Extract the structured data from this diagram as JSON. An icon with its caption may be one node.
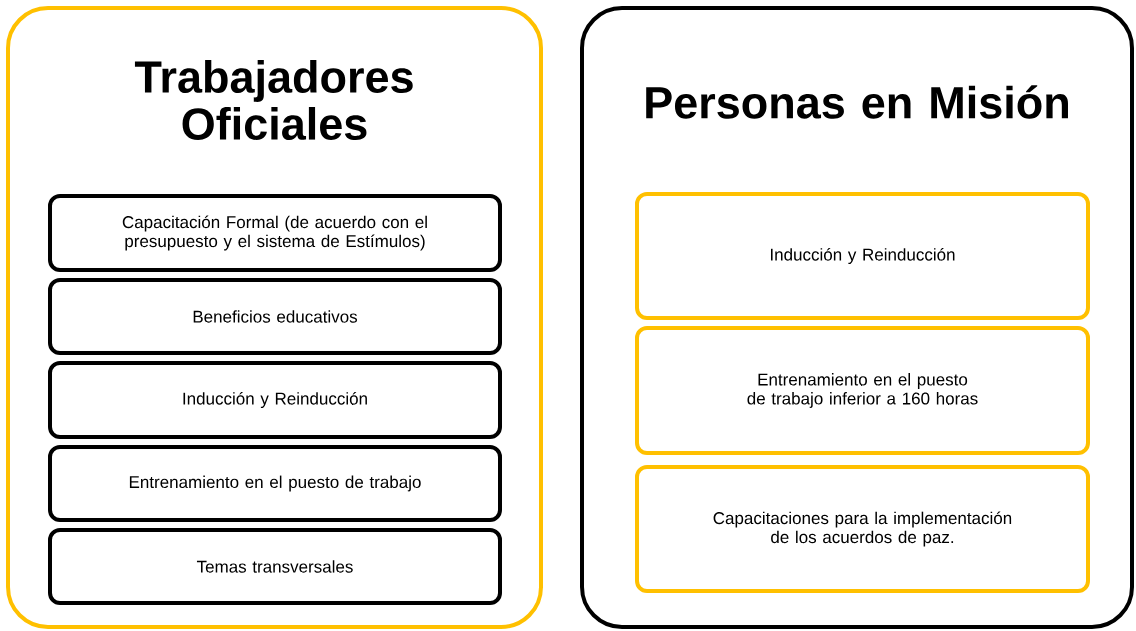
{
  "diagram": {
    "nodes": [
      {
        "text": [
          "Trabajadores Oficiales"
        ]
      },
      {
        "text": [
          "Capacitación Formal (de acuerdo con el presupuesto y el sistema de Estímulos)"
        ],
        "in": 0
      },
      {
        "text": [
          "Beneficios educativos"
        ],
        "in": 0
      },
      {
        "text": [
          "Inducción y Reinducción"
        ],
        "in": 0
      },
      {
        "text": [
          "Entrenamiento en el puesto de trabajo"
        ],
        "in": 0
      },
      {
        "text": [
          "Temas transversales"
        ],
        "in": 0
      },
      {
        "text": [
          "Personas en Misión"
        ]
      },
      {
        "text": [
          "Inducción y Reinducción"
        ],
        "in": 6
      },
      {
        "text": [
          "Entrenamiento en el puesto de trabajo inferior a 160 horas"
        ],
        "in": 6
      },
      {
        "text": [
          "Capacitaciones para la implementación de los acuerdos de paz."
        ],
        "in": 6
      }
    ]
  }
}
